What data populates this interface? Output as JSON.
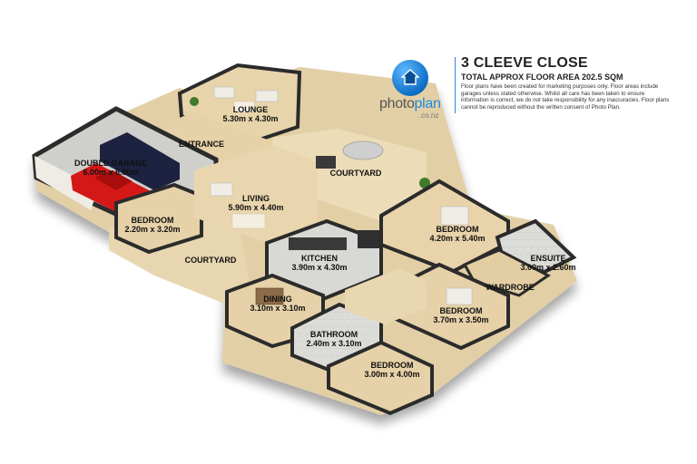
{
  "header": {
    "title": "3 CLEEVE CLOSE",
    "total_area": "TOTAL APPROX FLOOR AREA 202.5 SQM",
    "disclaimer": "Floor plans have been created for marketing purposes only. Floor areas include garages unless stated otherwise. Whilst all care has been taken to ensure information is correct, we do not take responsibility for any inaccuracies. Floor plans cannot be reproduced without the written consent of Photo Plan."
  },
  "brand": {
    "name_part1": "photo",
    "name_part2": "plan",
    "domain": ".co.nz",
    "accent": "#1a8ce0",
    "icon": "house-icon"
  },
  "rooms": {
    "lounge": {
      "name": "LOUNGE",
      "size": "5.30m x 4.30m"
    },
    "entrance": {
      "name": "ENTRANCE"
    },
    "courtyard_top": {
      "name": "COURTYARD"
    },
    "double_garage": {
      "name": "DOUBLE GARAGE",
      "size": "6.00m x 6.80m"
    },
    "living": {
      "name": "LIVING",
      "size": "5.90m x 4.40m"
    },
    "bedroom_small": {
      "name": "BEDROOM",
      "size": "2.20m x 3.20m"
    },
    "courtyard_left": {
      "name": "COURTYARD"
    },
    "kitchen": {
      "name": "KITCHEN",
      "size": "3.90m x 4.30m"
    },
    "bedroom_master": {
      "name": "BEDROOM",
      "size": "4.20m x 5.40m"
    },
    "ensuite": {
      "name": "ENSUITE",
      "size": "3.00m x 2.60m"
    },
    "wardrobe": {
      "name": "WARDROBE"
    },
    "dining": {
      "name": "DINING",
      "size": "3.10m x 3.10m"
    },
    "bedroom_mid": {
      "name": "BEDROOM",
      "size": "3.70m x 3.50m"
    },
    "bathroom": {
      "name": "BATHROOM",
      "size": "2.40m x 3.10m"
    },
    "bedroom_bottom": {
      "name": "BEDROOM",
      "size": "3.00m x 4.00m"
    }
  },
  "colors": {
    "floor": "#e6d3ae",
    "wall_top": "#2b2b2b",
    "wall_side": "#ece9e3",
    "tile": "#d9d9d6",
    "courtyard": "#efe4c9"
  }
}
